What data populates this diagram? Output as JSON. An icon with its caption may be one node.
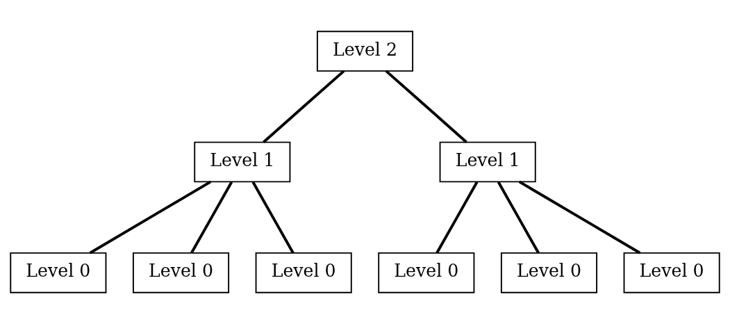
{
  "diagram": {
    "nodes": [
      {
        "text": [
          "Level 2"
        ]
      },
      {
        "text": [
          "Level 1"
        ]
      },
      {
        "text": [
          "Level 1"
        ]
      },
      {
        "text": [
          "Level 0"
        ]
      },
      {
        "text": [
          "Level 0"
        ]
      },
      {
        "text": [
          "Level 0"
        ]
      },
      {
        "text": [
          "Level 0"
        ]
      },
      {
        "text": [
          "Level 0"
        ]
      },
      {
        "text": [
          "Level 0"
        ]
      }
    ],
    "edges": [
      {
        "from": 0,
        "to": 1,
        "arrow": "none"
      },
      {
        "from": 0,
        "to": 2,
        "arrow": "none"
      },
      {
        "from": 1,
        "to": 3,
        "arrow": "none"
      },
      {
        "from": 1,
        "to": 4,
        "arrow": "none"
      },
      {
        "from": 1,
        "to": 5,
        "arrow": "none"
      },
      {
        "from": 2,
        "to": 6,
        "arrow": "none"
      },
      {
        "from": 2,
        "to": 7,
        "arrow": "none"
      },
      {
        "from": 2,
        "to": 8,
        "arrow": "none"
      }
    ]
  }
}
